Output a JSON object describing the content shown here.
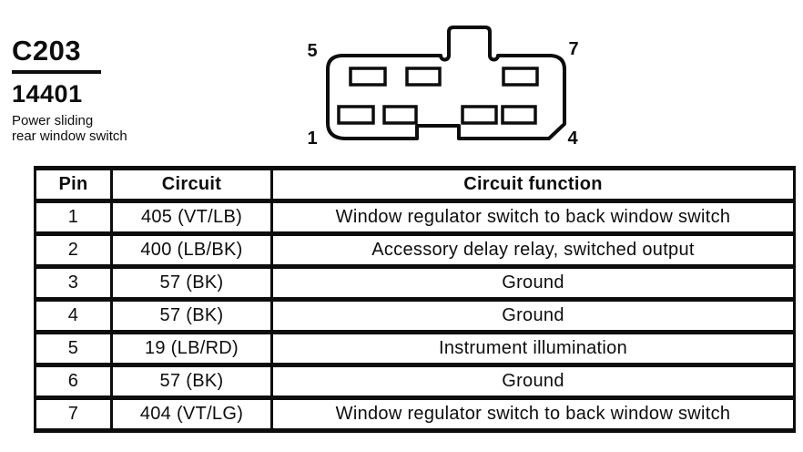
{
  "page": {
    "background": "#ffffff",
    "ink": "#0d0d0d"
  },
  "title_block": {
    "connector_id": "C203",
    "part_number": "14401",
    "description_line1": "Power sliding",
    "description_line2": "rear window switch"
  },
  "connector_diagram": {
    "pin_label_top_left": "5",
    "pin_label_top_right": "7",
    "pin_label_bottom_left": "1",
    "pin_label_bottom_right": "4"
  },
  "pinout_table": {
    "columns": [
      "Pin",
      "Circuit",
      "Circuit function"
    ],
    "rows": [
      {
        "pin": "1",
        "circuit": "405 (VT/LB)",
        "function": "Window regulator switch to back window switch"
      },
      {
        "pin": "2",
        "circuit": "400 (LB/BK)",
        "function": "Accessory delay relay, switched output"
      },
      {
        "pin": "3",
        "circuit": "57 (BK)",
        "function": "Ground"
      },
      {
        "pin": "4",
        "circuit": "57 (BK)",
        "function": "Ground"
      },
      {
        "pin": "5",
        "circuit": "19 (LB/RD)",
        "function": "Instrument illumination"
      },
      {
        "pin": "6",
        "circuit": "57 (BK)",
        "function": "Ground"
      },
      {
        "pin": "7",
        "circuit": "404 (VT/LG)",
        "function": "Window regulator switch to back window switch"
      }
    ]
  }
}
